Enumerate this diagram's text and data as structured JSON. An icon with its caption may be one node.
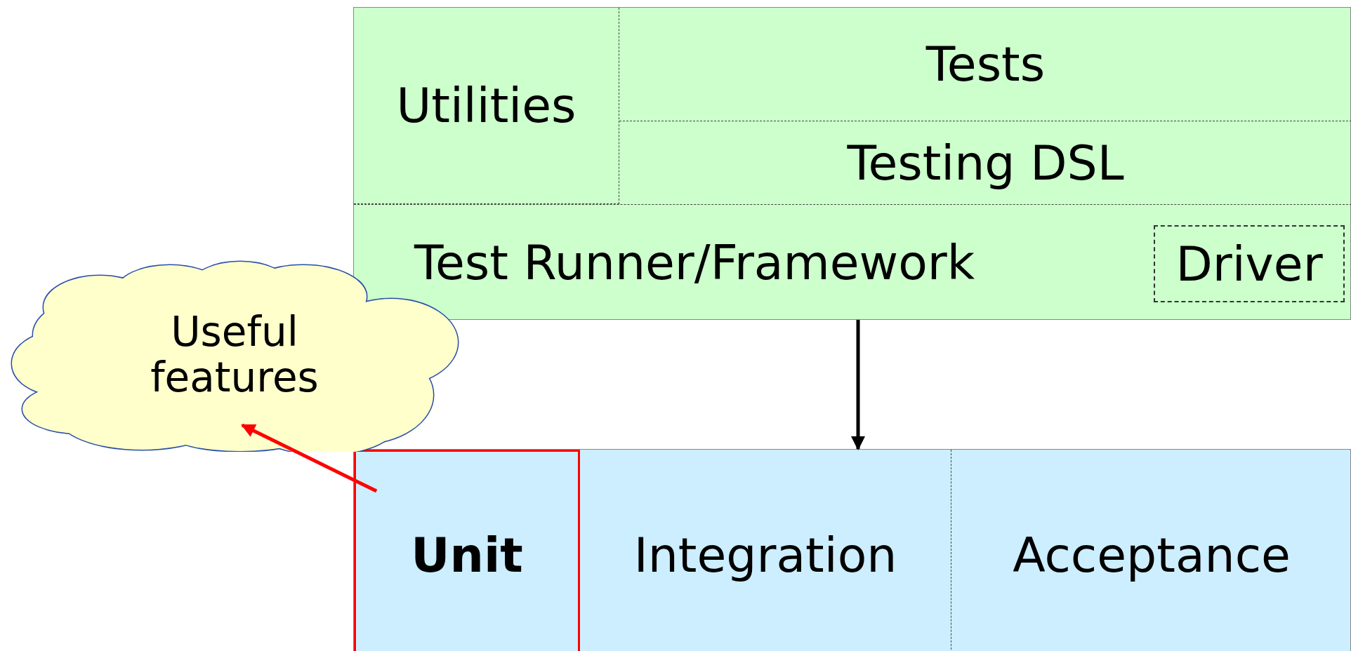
{
  "diagram": {
    "nodes": [
      {
        "text": [],
        "shape": "box"
      },
      {
        "text": [
          "Utilities"
        ],
        "in": 0
      },
      {
        "text": [
          "Tests"
        ],
        "in": 0
      },
      {
        "text": [
          "Testing DSL"
        ],
        "in": 0
      },
      {
        "text": [
          "Test Runner/Framework"
        ],
        "in": 0
      },
      {
        "text": [
          "Driver"
        ],
        "in": 4
      },
      {
        "text": [],
        "shape": "box"
      },
      {
        "text": [
          "Unit"
        ],
        "in": 6
      },
      {
        "text": [
          "Integration"
        ],
        "in": 6
      },
      {
        "text": [
          "Acceptance"
        ],
        "in": 6
      },
      {
        "text": [
          "Useful features"
        ]
      }
    ],
    "edges": [
      {
        "from": 0,
        "to": 6,
        "arrow": "to"
      },
      {
        "from": 7,
        "to": 10,
        "arrow": "to",
        "color": "#ff0000"
      }
    ]
  }
}
